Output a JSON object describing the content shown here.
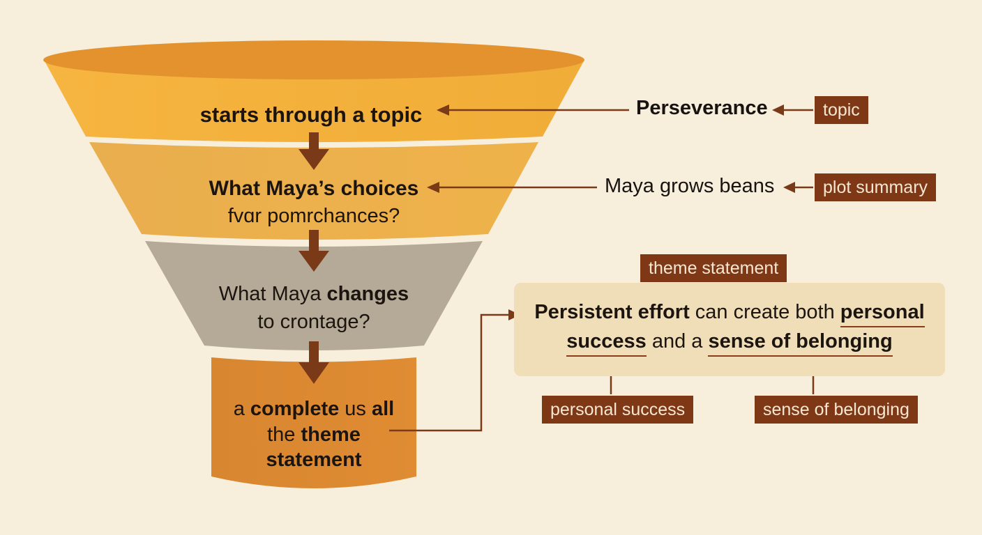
{
  "funnel": {
    "level1": {
      "text": "starts through a topic"
    },
    "level2": {
      "line1": "What Maya’s choices",
      "line2": "fvɑr pomrchances?"
    },
    "level3": {
      "line1_plain": "What Maya ",
      "line1_bold": "changes",
      "line2": "to crontage?"
    },
    "level4": {
      "line1_a": "a ",
      "line1_b": "complete",
      "line1_c": " us ",
      "line1_d": "all",
      "line2_a": "the ",
      "line2_b": "theme",
      "line3": "statement"
    }
  },
  "right": {
    "perseverance": "Perseverance",
    "topic_tag": "topic",
    "maya_grows": "Maya grows beans",
    "plot_tag": "plot summary",
    "theme_tag": "theme statement",
    "theme": {
      "p1_bold": "Persistent effort",
      "p1_plain": " can create both ",
      "p1_bold_ul": "personal",
      "p2_bold_ul": "success",
      "p2_plain": " and a ",
      "p2_bold_ul2": "sense of belonging"
    },
    "personal_success_tag": "personal success",
    "belonging_tag": "sense of belonging"
  },
  "colors": {
    "background": "#f7eedc",
    "funnel_top": "#f4b13d",
    "funnel_mid": "#ecb04b",
    "funnel_gray": "#b5aa97",
    "funnel_bottom": "#d8862f",
    "arrow": "#7a3a18",
    "tag_bg": "#7e3816",
    "theme_box": "#f0deb8"
  }
}
